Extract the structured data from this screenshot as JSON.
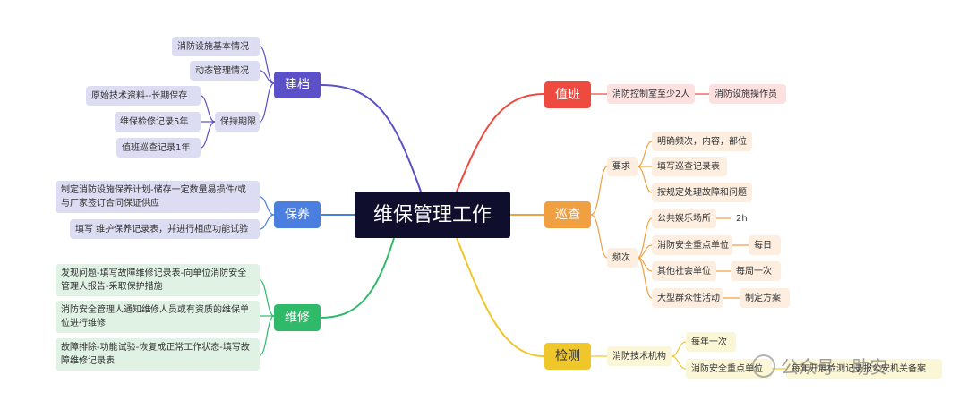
{
  "center": "维保管理工作",
  "jiandang": {
    "label": "建档",
    "items": [
      "消防设施基本情况",
      "动态管理情况"
    ],
    "period": {
      "label": "保持期限",
      "items": [
        "原始技术资料--长期保存",
        "维保检修记录5年",
        "值班巡查记录1年"
      ]
    }
  },
  "baoyang": {
    "label": "保养",
    "items": [
      "制定消防设施保养计划-储存一定数量易损件/或与厂家签订合同保证供应",
      "填写 维护保养记录表，并进行相应功能试验"
    ]
  },
  "weixiu": {
    "label": "维修",
    "items": [
      "发现问题-填写故障维修记录表-向单位消防安全管理人报告-采取保护措施",
      "消防安全管理人通知维修人员或有资质的维保单位进行维修",
      "故障排除-功能试验-恢复成正常工作状态-填写故障维修记录表"
    ]
  },
  "zhiban": {
    "label": "值班",
    "item": "消防控制室至少2人",
    "sub": "消防设施操作员"
  },
  "xuncha": {
    "label": "巡查",
    "req": {
      "label": "要求",
      "items": [
        "明确频次，内容，部位",
        "填写巡查记录表",
        "按规定处理故障和问题"
      ]
    },
    "freq": {
      "label": "频次",
      "items": [
        {
          "label": "公共娱乐场所",
          "value": "2h"
        },
        {
          "label": "消防安全重点单位",
          "value": "每日"
        },
        {
          "label": "其他社会单位",
          "value": "每周一次"
        },
        {
          "label": "大型群众性活动",
          "value": "制定方案"
        }
      ]
    }
  },
  "jiance": {
    "label": "检测",
    "org": "消防技术机构",
    "items": [
      "每年一次",
      "消防安全重点单位"
    ],
    "note": "每年开展检测记录报公安机关备案"
  },
  "watermark": "公众号 · 助安",
  "colors": {
    "jiandang": "#5b50c8",
    "baoyang": "#4a7fe0",
    "weixiu": "#2fba6a",
    "zhiban": "#ef4a3f",
    "xuncha": "#f0a040",
    "jiance": "#f0c72a"
  }
}
